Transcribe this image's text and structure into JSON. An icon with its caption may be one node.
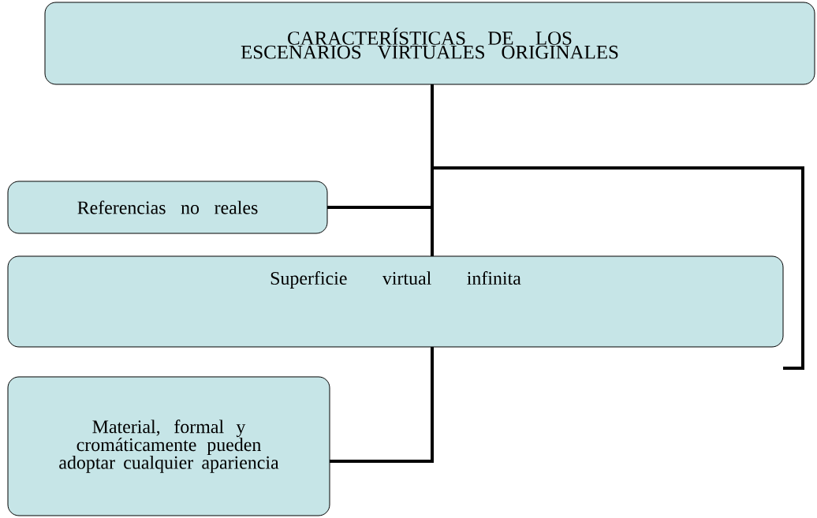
{
  "diagram": {
    "nodes": [
      {
        "text": [
          "CARACTERÍSTICAS DE LOS ESCENARIOS VIRTUALES ORIGINALES"
        ]
      },
      {
        "text": [
          "Referencias no reales"
        ]
      },
      {
        "text": [
          "Superficie virtual infinita"
        ]
      },
      {
        "text": [
          "Material, formal y cromáticamente pueden adoptar cualquier apariencia"
        ]
      }
    ],
    "edges": [
      {
        "from": 0,
        "to": 1,
        "arrow": "none"
      },
      {
        "from": 0,
        "to": 2,
        "arrow": "none"
      },
      {
        "from": 0,
        "to": 2,
        "arrow": "none"
      },
      {
        "from": 2,
        "to": 3,
        "arrow": "none"
      }
    ]
  }
}
